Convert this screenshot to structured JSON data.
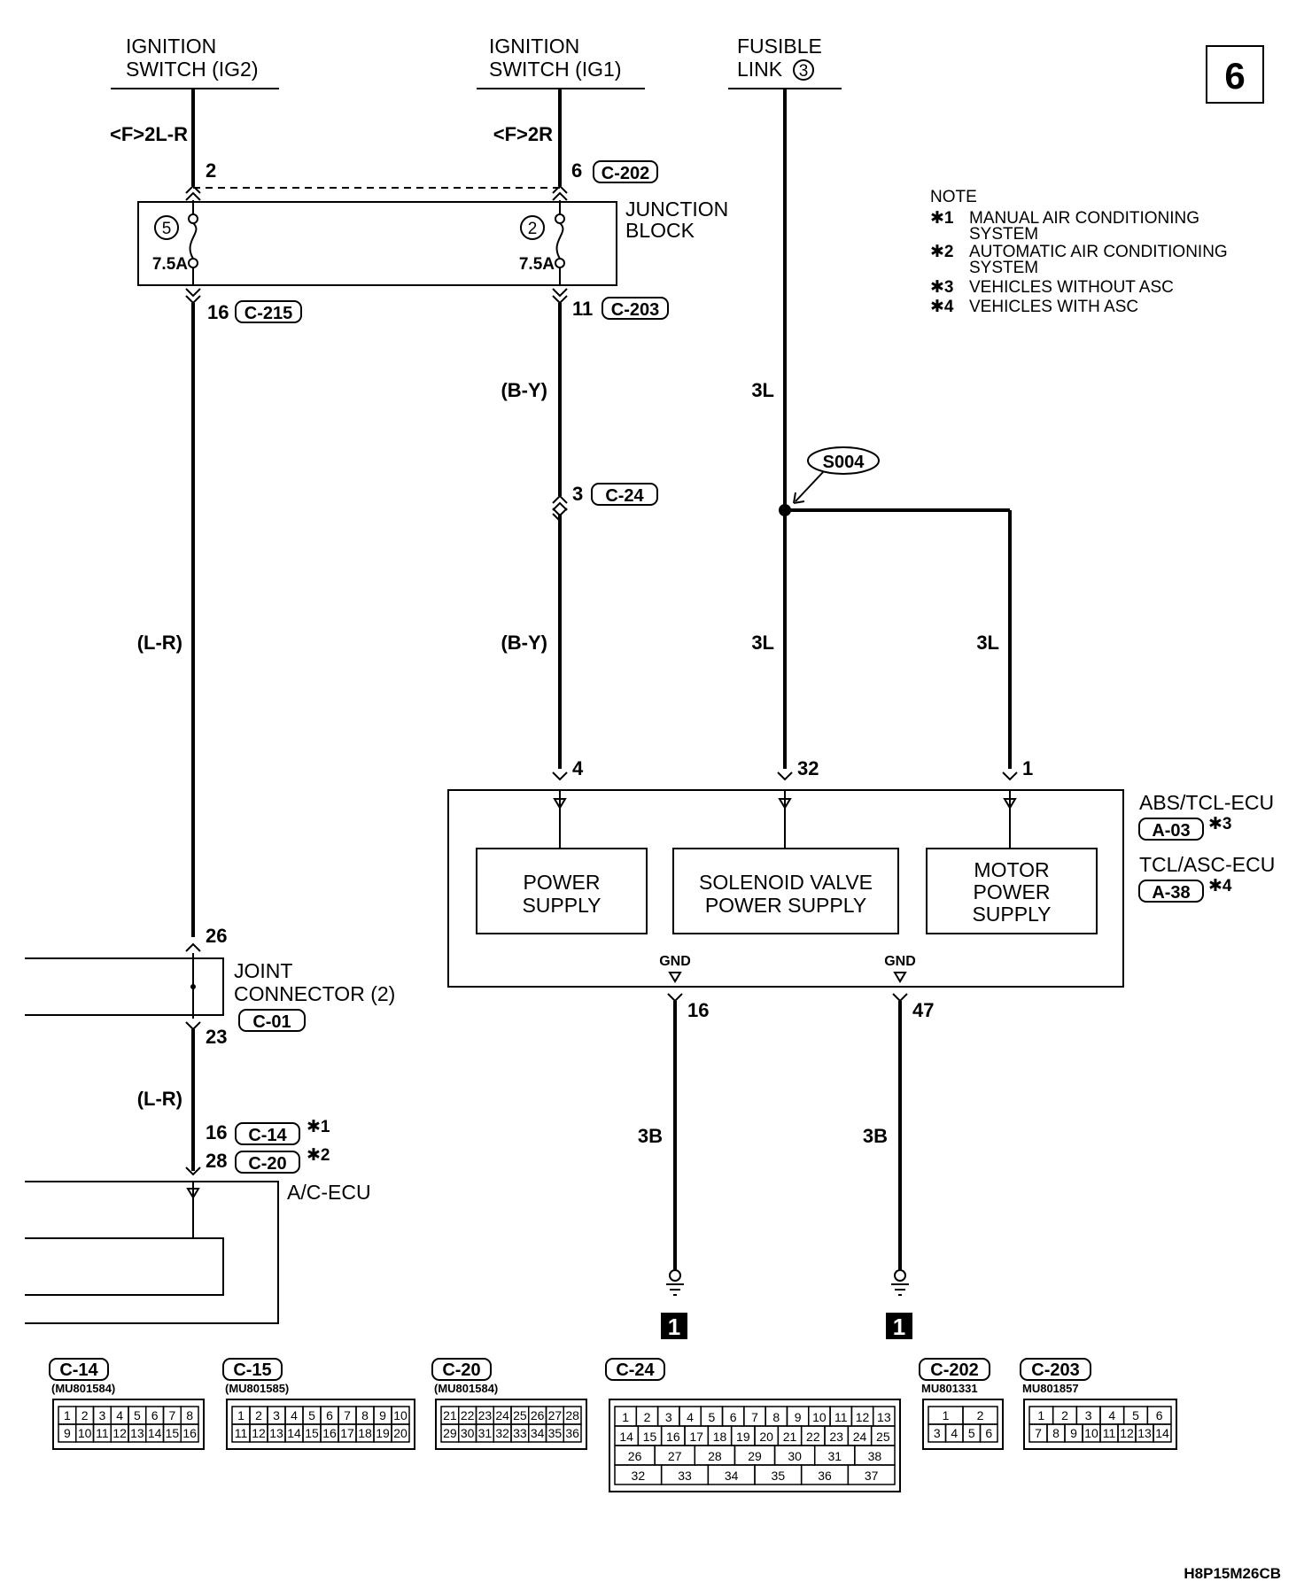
{
  "page_number": "6",
  "figure_code": "H8P15M26CB",
  "sources": {
    "ig2": {
      "line1": "IGNITION",
      "line2": "SWITCH (IG2)",
      "wire": "<F>2L-R",
      "pin": "2"
    },
    "ig1": {
      "line1": "IGNITION",
      "line2": "SWITCH (IG1)",
      "wire": "<F>2R",
      "pin": "6",
      "connector": "C-202"
    },
    "fusible": {
      "line1": "FUSIBLE",
      "line2": "LINK",
      "circled": "3"
    }
  },
  "junction_block": {
    "line1": "JUNCTION",
    "line2": "BLOCK",
    "fuse_left": {
      "number": "5",
      "rating": "7.5A",
      "out_pin": "16",
      "connector": "C-215"
    },
    "fuse_right": {
      "number": "2",
      "rating": "7.5A",
      "out_pin": "11",
      "connector": "C-203"
    }
  },
  "note": {
    "title": "NOTE",
    "items": [
      {
        "mark": "✱1",
        "line1": "MANUAL AIR CONDITIONING",
        "line2": "SYSTEM"
      },
      {
        "mark": "✱2",
        "line1": "AUTOMATIC AIR CONDITIONING",
        "line2": "SYSTEM"
      },
      {
        "mark": "✱3",
        "line1": "VEHICLES WITHOUT ASC",
        "line2": ""
      },
      {
        "mark": "✱4",
        "line1": "VEHICLES WITH ASC",
        "line2": ""
      }
    ]
  },
  "wires": {
    "left_color": "(L-R)",
    "middle_color": "(B-Y)",
    "power_3l": "3L",
    "ground_3b": "3B"
  },
  "c24_inline": {
    "pin": "3",
    "connector": "C-24"
  },
  "splice": "S004",
  "ecu": {
    "pins": {
      "power": "4",
      "solenoid": "32",
      "motor": "1",
      "gnd_left": "16",
      "gnd_right": "47"
    },
    "name1": "ABS/TCL-ECU",
    "conn1": "A-03",
    "mark1": "✱3",
    "name2": "TCL/ASC-ECU",
    "conn2": "A-38",
    "mark2": "✱4",
    "power_supply": {
      "line1": "POWER",
      "line2": "SUPPLY"
    },
    "solenoid_supply": {
      "line1": "SOLENOID VALVE",
      "line2": "POWER SUPPLY"
    },
    "motor_supply": {
      "line1": "MOTOR",
      "line2": "POWER",
      "line3": "SUPPLY"
    },
    "gnd_label": "GND"
  },
  "joint_connector": {
    "line1": "JOINT",
    "line2": "CONNECTOR (2)",
    "connector": "C-01",
    "pin_in": "26",
    "pin_out": "23"
  },
  "ac_ecu": {
    "name": "A/C-ECU",
    "pin_a": "16",
    "conn_a": "C-14",
    "mark_a": "✱1",
    "pin_b": "28",
    "conn_b": "C-20",
    "mark_b": "✱2"
  },
  "ground_tag": "1",
  "connector_views": [
    {
      "code": "C-14",
      "part": "(MU801584)",
      "rows": [
        [
          "1",
          "2",
          "3",
          "4",
          "5",
          "6",
          "7",
          "8"
        ],
        [
          "9",
          "10",
          "11",
          "12",
          "13",
          "14",
          "15",
          "16"
        ]
      ]
    },
    {
      "code": "C-15",
      "part": "(MU801585)",
      "rows": [
        [
          "1",
          "2",
          "3",
          "4",
          "5",
          "6",
          "7",
          "8",
          "9",
          "10"
        ],
        [
          "11",
          "12",
          "13",
          "14",
          "15",
          "16",
          "17",
          "18",
          "19",
          "20"
        ]
      ]
    },
    {
      "code": "C-20",
      "part": "(MU801584)",
      "rows": [
        [
          "21",
          "22",
          "23",
          "24",
          "25",
          "26",
          "27",
          "28"
        ],
        [
          "29",
          "30",
          "31",
          "32",
          "33",
          "34",
          "35",
          "36"
        ]
      ]
    },
    {
      "code": "C-24",
      "part": "",
      "rows": [
        [
          "1",
          "2",
          "3",
          "4",
          "5",
          "6",
          "7",
          "8",
          "9",
          "10",
          "11",
          "12",
          "13"
        ],
        [
          "14",
          "15",
          "16",
          "17",
          "18",
          "19",
          "20",
          "21",
          "22",
          "23",
          "24",
          "25"
        ],
        [
          "26",
          "27",
          "28",
          "29",
          "30",
          "31",
          "38"
        ],
        [
          "32",
          "33",
          "34",
          "35",
          "36",
          "37"
        ]
      ]
    },
    {
      "code": "C-202",
      "part": "MU801331",
      "rows": [
        [
          "1",
          "2"
        ],
        [
          "3",
          "4",
          "5",
          "6"
        ]
      ]
    },
    {
      "code": "C-203",
      "part": "MU801857",
      "rows": [
        [
          "1",
          "2",
          "3",
          "4",
          "5",
          "6"
        ],
        [
          "7",
          "8",
          "9",
          "10",
          "11",
          "12",
          "13",
          "14"
        ]
      ]
    }
  ]
}
